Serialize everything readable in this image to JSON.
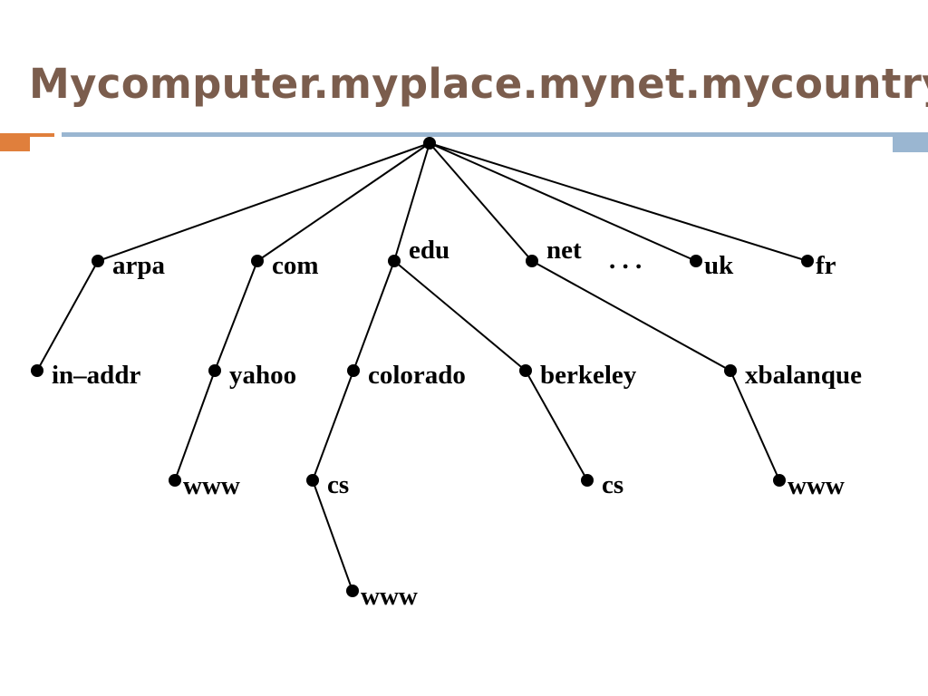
{
  "slide": {
    "title": "Mycomputer.myplace.mynet.mycountry",
    "title_color": "#7b5d4d",
    "accent_orange": "#e07f3c",
    "accent_blue": "#9ab6d1"
  },
  "diagram": {
    "ellipsis": ". . .",
    "nodes": [
      {
        "id": "root",
        "label": ""
      },
      {
        "id": "arpa",
        "label": "arpa"
      },
      {
        "id": "com",
        "label": "com"
      },
      {
        "id": "edu",
        "label": "edu"
      },
      {
        "id": "net",
        "label": "net"
      },
      {
        "id": "uk",
        "label": "uk"
      },
      {
        "id": "fr",
        "label": "fr"
      },
      {
        "id": "in-addr",
        "label": "in–addr"
      },
      {
        "id": "yahoo",
        "label": "yahoo"
      },
      {
        "id": "colorado",
        "label": "colorado"
      },
      {
        "id": "berkeley",
        "label": "berkeley"
      },
      {
        "id": "xbalanque",
        "label": "xbalanque"
      },
      {
        "id": "www-yahoo",
        "label": "www"
      },
      {
        "id": "cs-colorado",
        "label": "cs"
      },
      {
        "id": "cs-berkeley",
        "label": "cs"
      },
      {
        "id": "www-xbalanque",
        "label": "www"
      },
      {
        "id": "www-cs-colorado",
        "label": "www"
      }
    ],
    "edges": [
      [
        "root",
        "arpa"
      ],
      [
        "root",
        "com"
      ],
      [
        "root",
        "edu"
      ],
      [
        "root",
        "net"
      ],
      [
        "root",
        "uk"
      ],
      [
        "root",
        "fr"
      ],
      [
        "arpa",
        "in-addr"
      ],
      [
        "com",
        "yahoo"
      ],
      [
        "edu",
        "colorado"
      ],
      [
        "edu",
        "berkeley"
      ],
      [
        "net",
        "xbalanque"
      ],
      [
        "yahoo",
        "www-yahoo"
      ],
      [
        "colorado",
        "cs-colorado"
      ],
      [
        "berkeley",
        "cs-berkeley"
      ],
      [
        "xbalanque",
        "www-xbalanque"
      ],
      [
        "cs-colorado",
        "www-cs-colorado"
      ]
    ]
  }
}
